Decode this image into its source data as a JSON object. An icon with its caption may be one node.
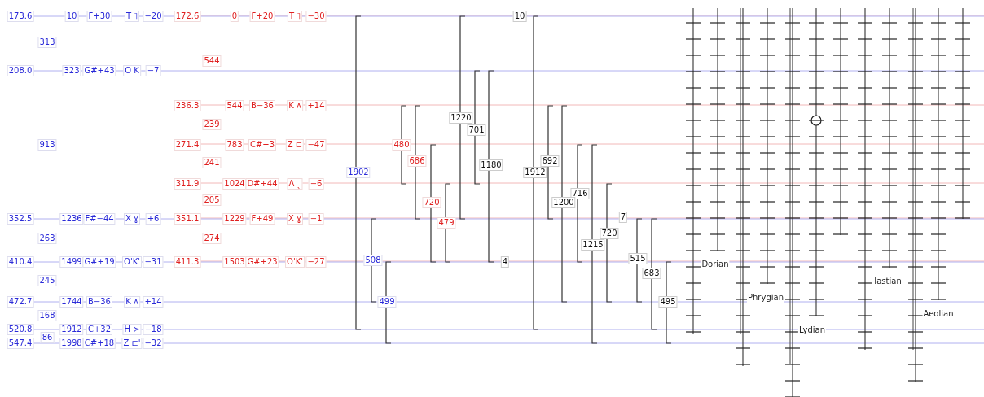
{
  "diagram": {
    "labels": [
      "173.6",
      "10",
      "F+30",
      "T ˥",
      "−20",
      "172.6",
      "0",
      "F+20",
      "T ˥",
      "−30",
      "10",
      "313",
      "544",
      "208.0",
      "323",
      "G#+43",
      "O K",
      "−7",
      "236.3",
      "544",
      "B−36",
      "K ʌ",
      "+14",
      "1220",
      "239",
      "701",
      "913",
      "271.4",
      "783",
      "C#+3",
      "Z ⊏",
      "−47",
      "480",
      "241",
      "686",
      "692",
      "1180",
      "1902",
      "1912",
      "311.9",
      "1024",
      "D#+44",
      "Λ ˎ",
      "−6",
      "716",
      "205",
      "720",
      "1200",
      "352.5",
      "1236",
      "F#−44",
      "X ɣ",
      "+6",
      "351.1",
      "1229",
      "F+49",
      "X ɣ",
      "−1",
      "479",
      "7",
      "720",
      "263",
      "274",
      "1215",
      "410.4",
      "1499",
      "G#+19",
      "O'K'",
      "−31",
      "411.3",
      "1503",
      "G#+23",
      "O'K'",
      "−27",
      "508",
      "4",
      "515",
      "Dorian",
      "683",
      "245",
      "Iastian",
      "472.7",
      "1744",
      "B−36",
      "K ʌ",
      "+14",
      "499",
      "495",
      "Phrygian",
      "168",
      "Aeolian",
      "520.8",
      "1912",
      "C+32",
      "H ≻",
      "−18",
      "Lydian",
      "86",
      "547.4",
      "1998",
      "C#+18",
      "Z ⊏'",
      "−32"
    ]
  }
}
